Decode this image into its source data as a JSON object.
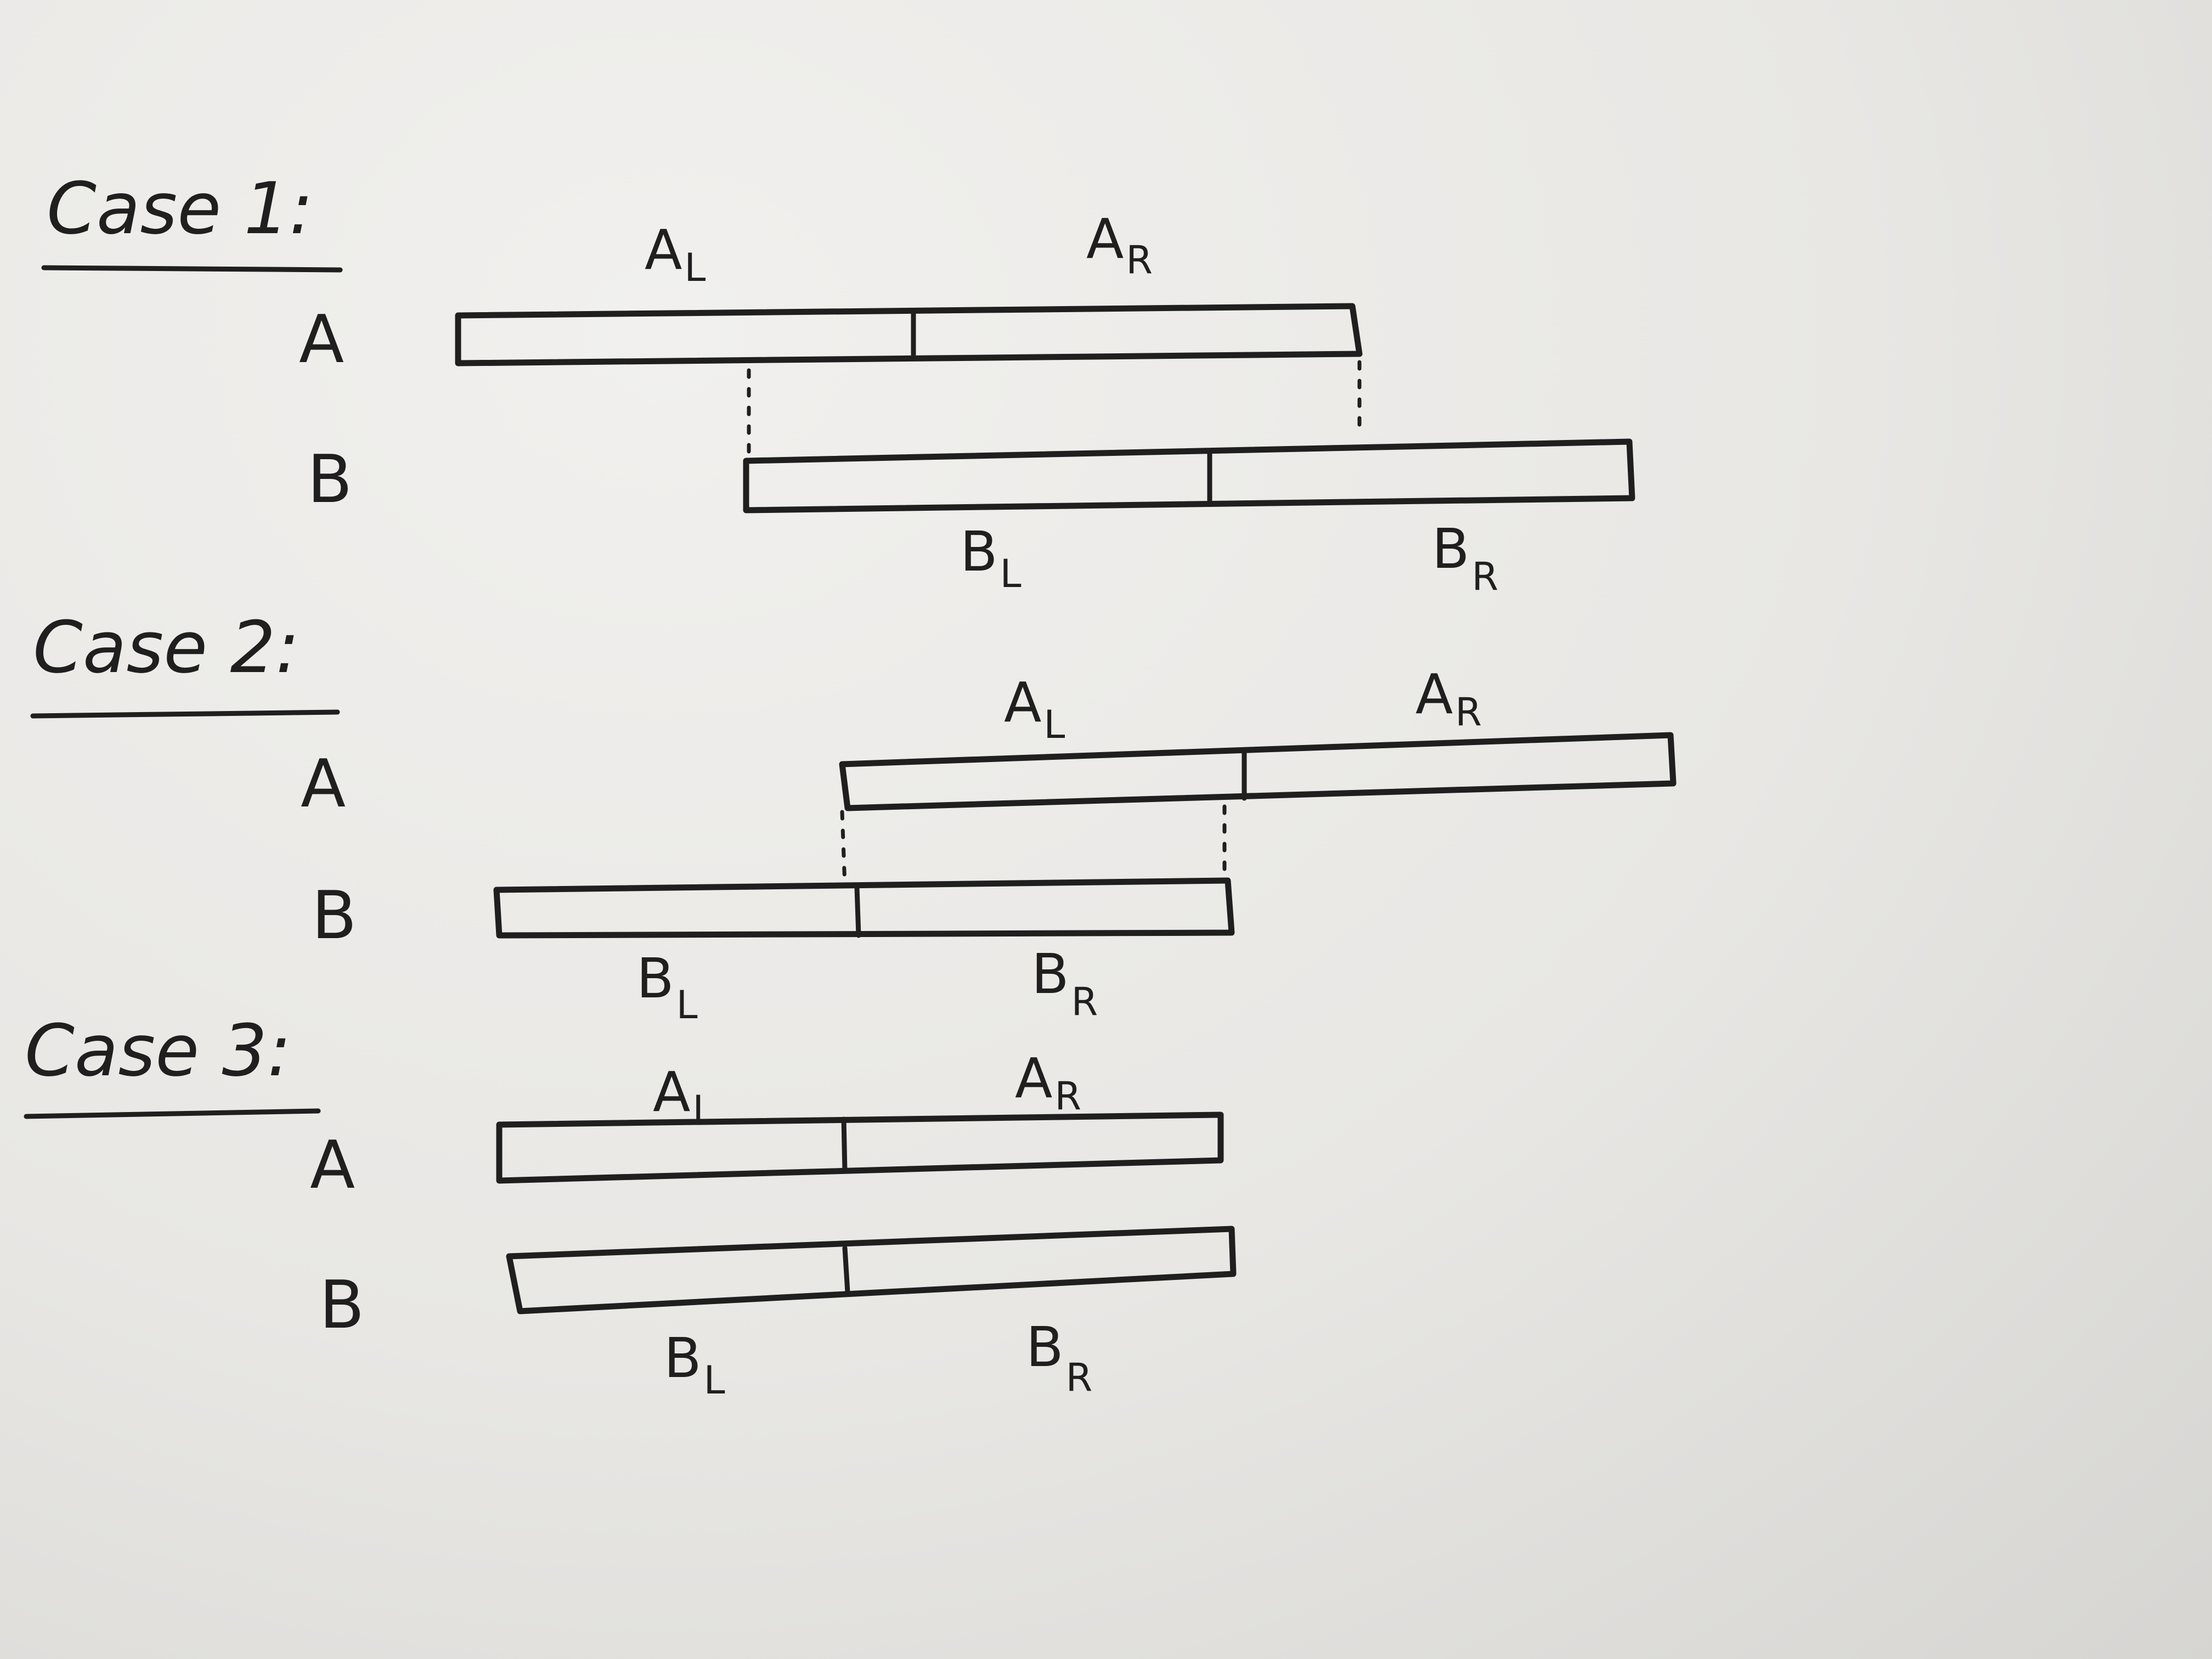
{
  "cases": [
    {
      "title": "Case 1:",
      "rows": [
        {
          "label": "A",
          "left": "A",
          "left_sub": "L",
          "right": "A",
          "right_sub": "R"
        },
        {
          "label": "B",
          "left": "B",
          "left_sub": "L",
          "right": "B",
          "right_sub": "R"
        }
      ]
    },
    {
      "title": "Case 2:",
      "rows": [
        {
          "label": "A",
          "left": "A",
          "left_sub": "L",
          "right": "A",
          "right_sub": "R"
        },
        {
          "label": "B",
          "left": "B",
          "left_sub": "L",
          "right": "B",
          "right_sub": "R"
        }
      ]
    },
    {
      "title": "Case 3:",
      "rows": [
        {
          "label": "A",
          "left": "A",
          "left_sub": "L",
          "right": "A",
          "right_sub": "R"
        },
        {
          "label": "B",
          "left": "B",
          "left_sub": "L",
          "right": "B",
          "right_sub": "R"
        }
      ]
    }
  ]
}
